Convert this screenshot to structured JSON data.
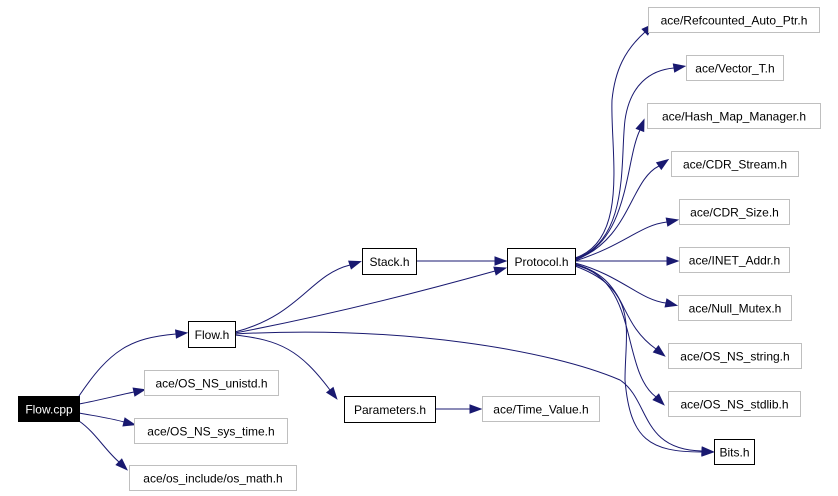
{
  "diagram": {
    "type": "include-dependency-graph",
    "colors": {
      "edge": "#191970",
      "root_fill": "#000000",
      "root_text": "#ffffff",
      "documented_border": "#000000",
      "external_border": "#bfbfbf"
    },
    "nodes": [
      {
        "id": "flow_cpp",
        "label": "Flow.cpp",
        "kind": "root"
      },
      {
        "id": "flow_h",
        "label": "Flow.h",
        "kind": "documented"
      },
      {
        "id": "os_ns_unistd",
        "label": "ace/OS_NS_unistd.h",
        "kind": "external"
      },
      {
        "id": "os_ns_sys_time",
        "label": "ace/OS_NS_sys_time.h",
        "kind": "external"
      },
      {
        "id": "os_math",
        "label": "ace/os_include/os_math.h",
        "kind": "external"
      },
      {
        "id": "stack_h",
        "label": "Stack.h",
        "kind": "documented"
      },
      {
        "id": "parameters_h",
        "label": "Parameters.h",
        "kind": "documented"
      },
      {
        "id": "protocol_h",
        "label": "Protocol.h",
        "kind": "documented"
      },
      {
        "id": "time_value",
        "label": "ace/Time_Value.h",
        "kind": "external"
      },
      {
        "id": "refcounted",
        "label": "ace/Refcounted_Auto_Ptr.h",
        "kind": "external"
      },
      {
        "id": "vector_t",
        "label": "ace/Vector_T.h",
        "kind": "external"
      },
      {
        "id": "hash_map",
        "label": "ace/Hash_Map_Manager.h",
        "kind": "external"
      },
      {
        "id": "cdr_stream",
        "label": "ace/CDR_Stream.h",
        "kind": "external"
      },
      {
        "id": "cdr_size",
        "label": "ace/CDR_Size.h",
        "kind": "external"
      },
      {
        "id": "inet_addr",
        "label": "ace/INET_Addr.h",
        "kind": "external"
      },
      {
        "id": "null_mutex",
        "label": "ace/Null_Mutex.h",
        "kind": "external"
      },
      {
        "id": "os_ns_string",
        "label": "ace/OS_NS_string.h",
        "kind": "external"
      },
      {
        "id": "os_ns_stdlib",
        "label": "ace/OS_NS_stdlib.h",
        "kind": "external"
      },
      {
        "id": "bits_h",
        "label": "Bits.h",
        "kind": "documented"
      }
    ],
    "edges": [
      {
        "from": "flow_cpp",
        "to": "flow_h"
      },
      {
        "from": "flow_cpp",
        "to": "os_ns_unistd"
      },
      {
        "from": "flow_cpp",
        "to": "os_ns_sys_time"
      },
      {
        "from": "flow_cpp",
        "to": "os_math"
      },
      {
        "from": "flow_h",
        "to": "stack_h"
      },
      {
        "from": "flow_h",
        "to": "protocol_h"
      },
      {
        "from": "flow_h",
        "to": "parameters_h"
      },
      {
        "from": "flow_h",
        "to": "bits_h"
      },
      {
        "from": "stack_h",
        "to": "protocol_h"
      },
      {
        "from": "parameters_h",
        "to": "time_value"
      },
      {
        "from": "protocol_h",
        "to": "refcounted"
      },
      {
        "from": "protocol_h",
        "to": "vector_t"
      },
      {
        "from": "protocol_h",
        "to": "hash_map"
      },
      {
        "from": "protocol_h",
        "to": "cdr_stream"
      },
      {
        "from": "protocol_h",
        "to": "cdr_size"
      },
      {
        "from": "protocol_h",
        "to": "inet_addr"
      },
      {
        "from": "protocol_h",
        "to": "null_mutex"
      },
      {
        "from": "protocol_h",
        "to": "os_ns_string"
      },
      {
        "from": "protocol_h",
        "to": "os_ns_stdlib"
      },
      {
        "from": "protocol_h",
        "to": "bits_h"
      }
    ]
  }
}
